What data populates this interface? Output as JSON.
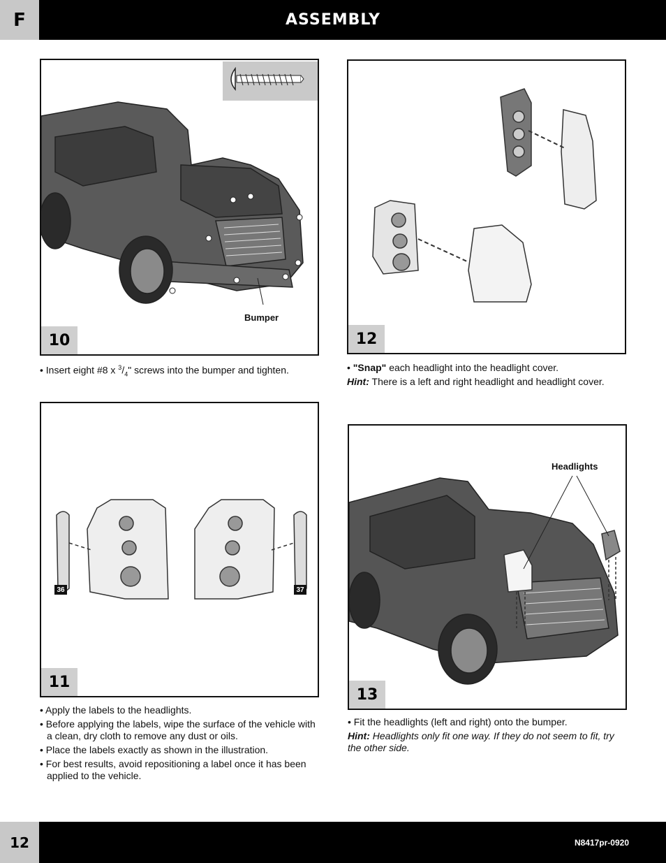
{
  "header": {
    "lang_tab": "F",
    "title": "ASSEMBLY"
  },
  "footer": {
    "page_number": "12",
    "doc_code": "N8417pr-0920"
  },
  "steps": {
    "s10": {
      "number": "10",
      "callout": "Bumper",
      "caption_pre": "• Insert eight #8 x ",
      "caption_num": "3",
      "caption_den": "4",
      "caption_post": "\" screws into the bumper and tighten."
    },
    "s11": {
      "number": "11",
      "label_left": "36",
      "label_right": "37",
      "bullets": [
        "• Apply the labels to the headlights.",
        "• Before applying the labels, wipe the surface of the vehicle with a clean, dry cloth to remove any dust or oils.",
        "• Place the labels exactly as shown in the illustration.",
        "• For best results, avoid repositioning a label once it has been applied to the vehicle."
      ]
    },
    "s12": {
      "number": "12",
      "snap_pre": "• ",
      "snap_word": "\"Snap\"",
      "snap_post": " each headlight into the headlight cover.",
      "hint_label": "Hint:",
      "hint_text": " There is a left and right headlight and headlight cover."
    },
    "s13": {
      "number": "13",
      "callout": "Headlights",
      "bullet": "• Fit the headlights (left and right) onto the bumper.",
      "hint_label": "Hint:",
      "hint_text": " Headlights only fit one way. If they do not seem to fit, try the other side."
    }
  }
}
